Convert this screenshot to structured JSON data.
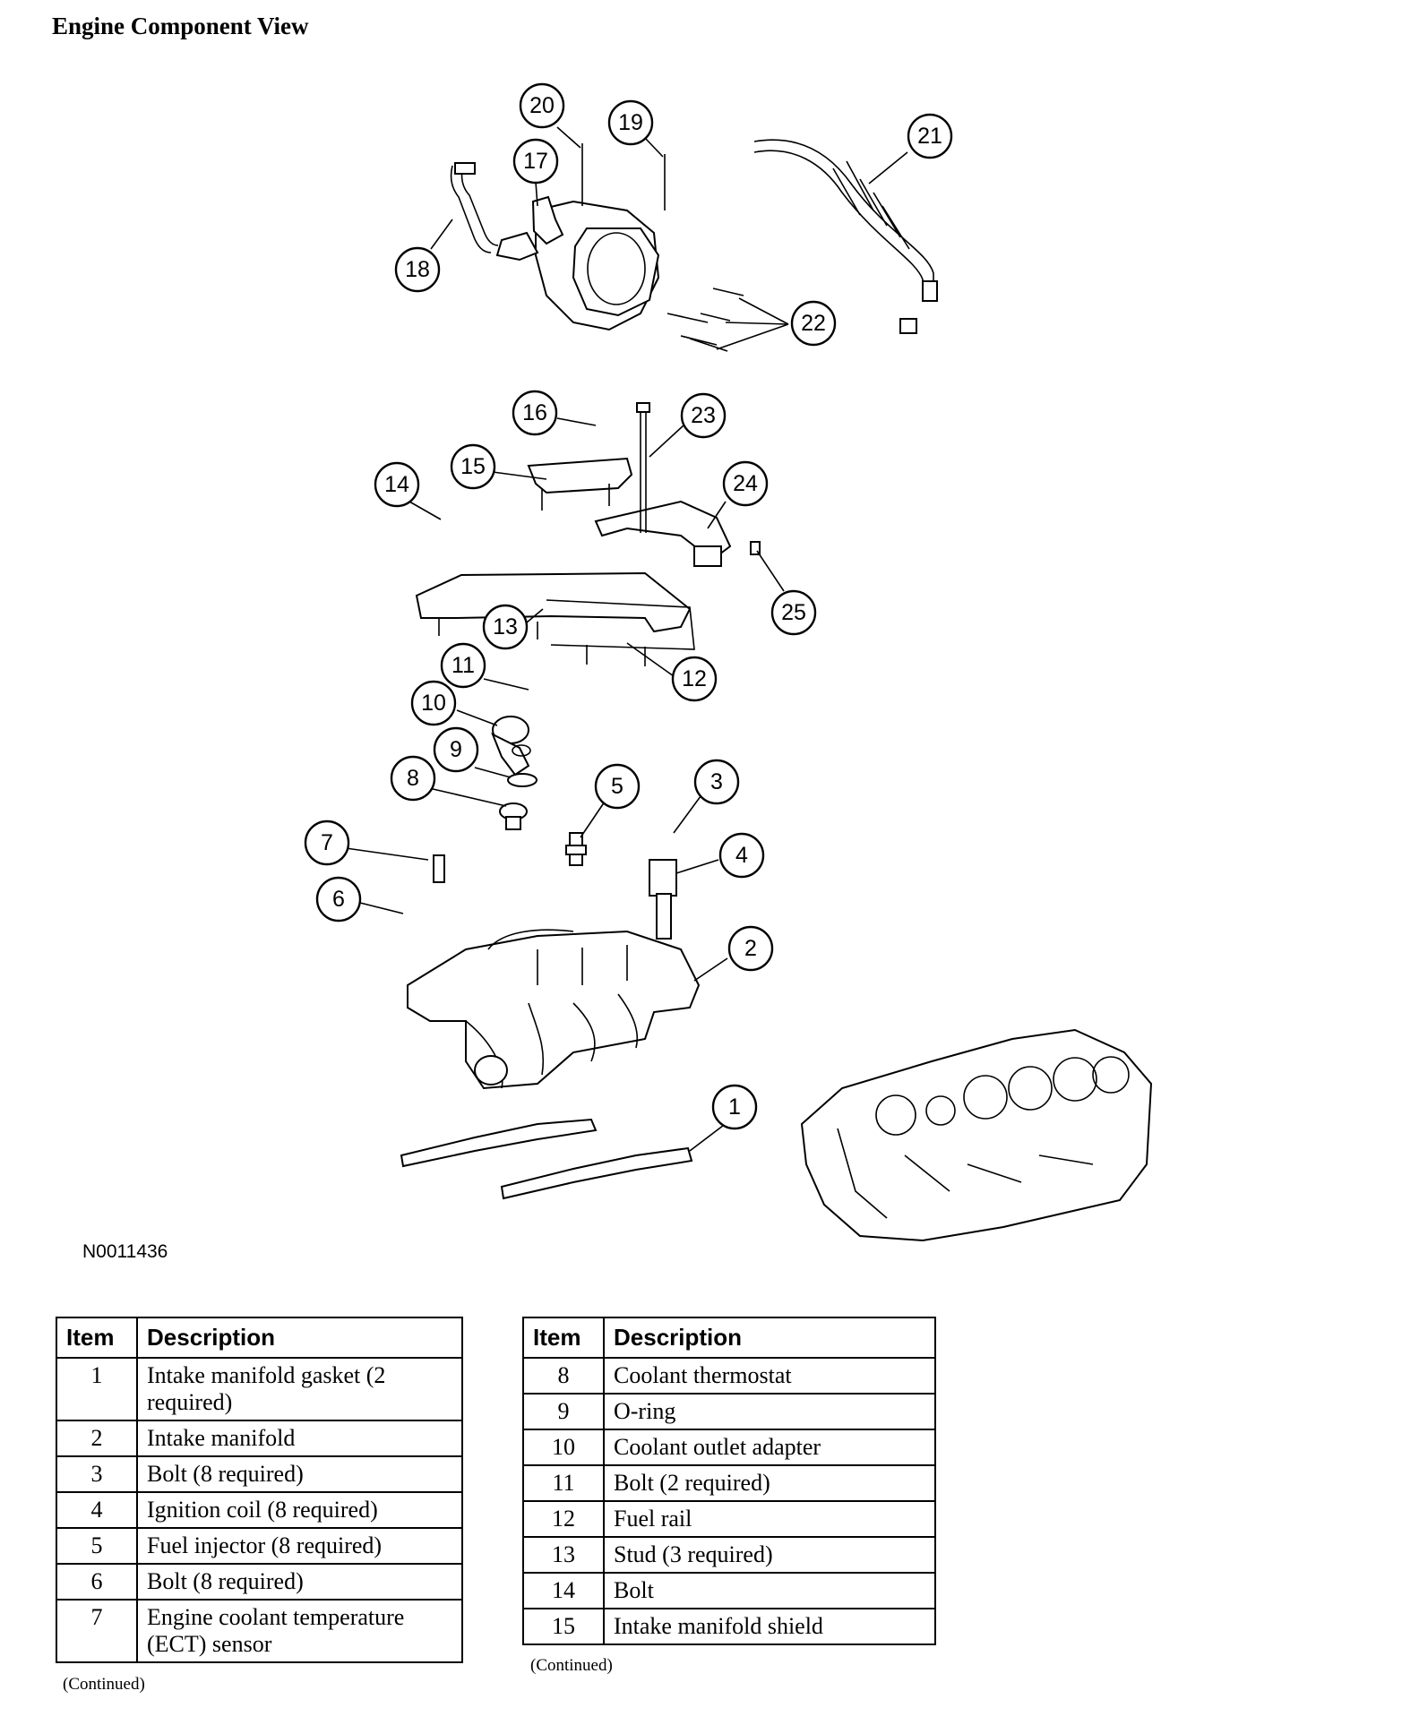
{
  "title": "Engine Component View",
  "figure_id": "N0011436",
  "callouts": [
    "1",
    "2",
    "3",
    "4",
    "5",
    "6",
    "7",
    "8",
    "9",
    "10",
    "11",
    "12",
    "13",
    "14",
    "15",
    "16",
    "17",
    "18",
    "19",
    "20",
    "21",
    "22",
    "23",
    "24",
    "25"
  ],
  "table_headers": {
    "item": "Item",
    "description": "Description"
  },
  "table_left": [
    {
      "item": "1",
      "description": "Intake manifold gasket (2 required)"
    },
    {
      "item": "2",
      "description": "Intake manifold"
    },
    {
      "item": "3",
      "description": "Bolt (8 required)"
    },
    {
      "item": "4",
      "description": "Ignition coil (8 required)"
    },
    {
      "item": "5",
      "description": "Fuel injector (8 required)"
    },
    {
      "item": "6",
      "description": "Bolt (8 required)"
    },
    {
      "item": "7",
      "description": "Engine coolant temperature (ECT) sensor"
    }
  ],
  "table_right": [
    {
      "item": "8",
      "description": "Coolant thermostat"
    },
    {
      "item": "9",
      "description": "O-ring"
    },
    {
      "item": "10",
      "description": "Coolant outlet adapter"
    },
    {
      "item": "11",
      "description": "Bolt (2 required)"
    },
    {
      "item": "12",
      "description": "Fuel rail"
    },
    {
      "item": "13",
      "description": "Stud (3 required)"
    },
    {
      "item": "14",
      "description": "Bolt"
    },
    {
      "item": "15",
      "description": "Intake manifold shield"
    }
  ],
  "continued": "(Continued)"
}
